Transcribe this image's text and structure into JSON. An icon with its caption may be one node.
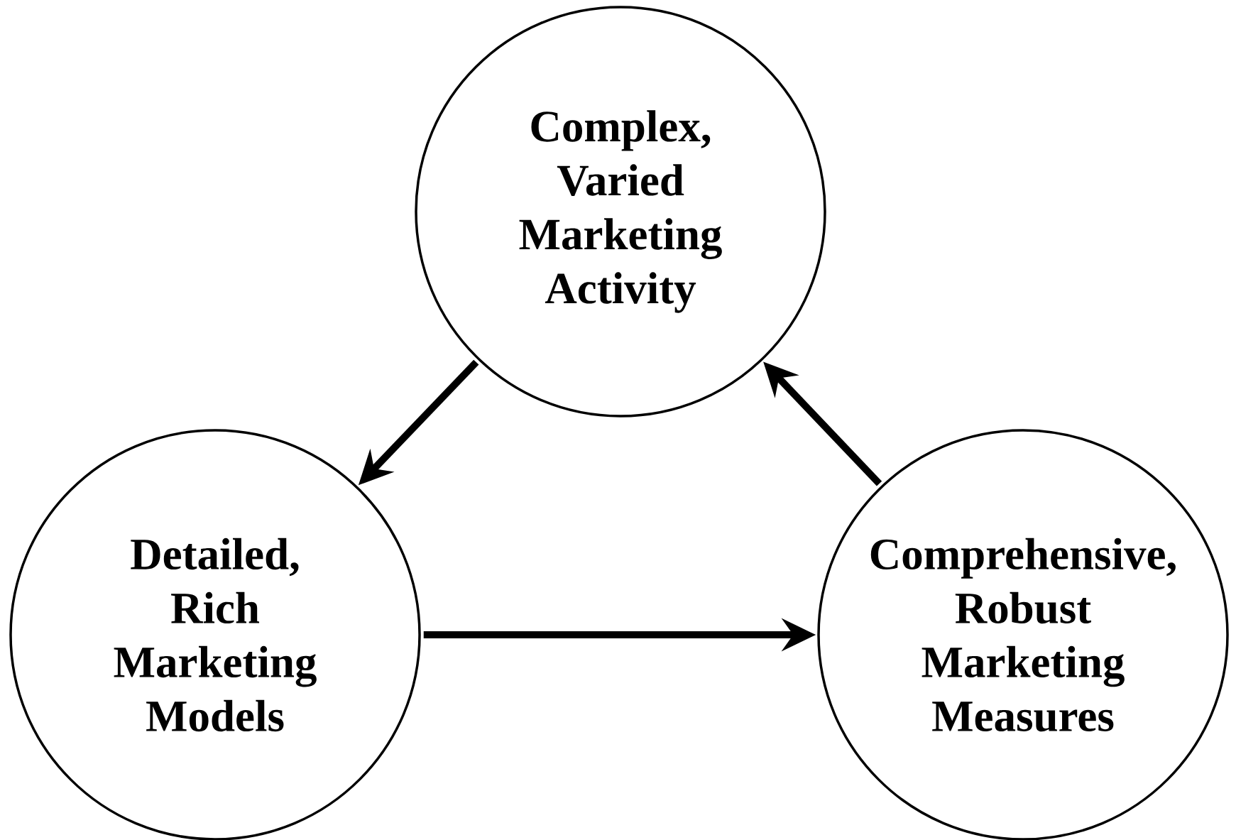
{
  "diagram": {
    "nodes": [
      {
        "text": [
          "Complex, Varied Marketing Activity"
        ]
      },
      {
        "text": [
          "Detailed, Rich Marketing Models"
        ]
      },
      {
        "text": [
          "Comprehensive, Robust Marketing Measures"
        ]
      }
    ],
    "edges": [
      {
        "from": 0,
        "to": 1,
        "arrow": "to"
      },
      {
        "from": 1,
        "to": 2,
        "arrow": "to"
      },
      {
        "from": 2,
        "to": 0,
        "arrow": "to"
      }
    ]
  }
}
